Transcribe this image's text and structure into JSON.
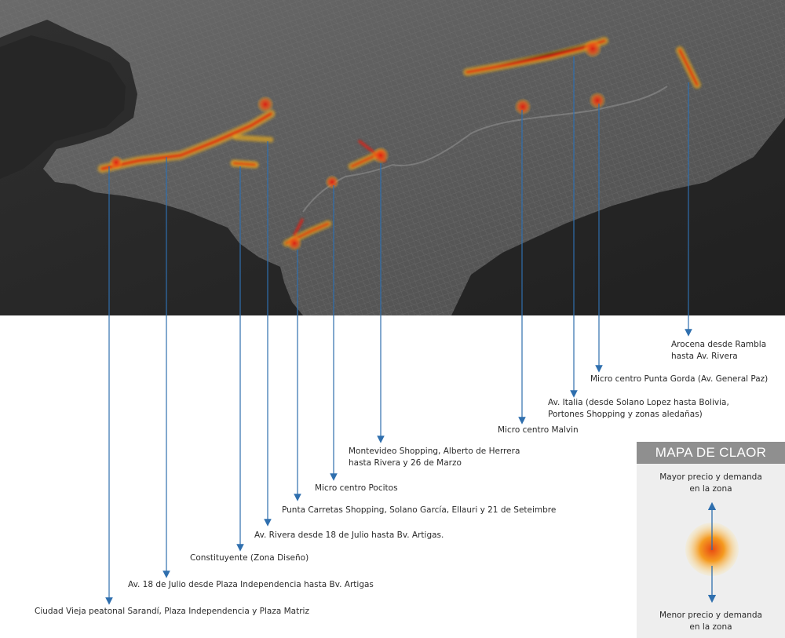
{
  "map": {
    "kind": "satellite-heatmap",
    "colors": {
      "land": "#5a5a5a",
      "sea": "#2b2b2b",
      "river_bay": "#262626",
      "heat_core": "#e11d10",
      "heat_edge": "#f7b11a",
      "leader_line": "#2f6fae"
    }
  },
  "labels": [
    {
      "id": "ciudad-vieja",
      "text": "Ciudad Vieja peatonal Sarandí, Plaza Independencia y Plaza Matriz"
    },
    {
      "id": "18-de-julio",
      "text": "Av. 18 de Julio desde Plaza Independencia hasta Bv. Artigas"
    },
    {
      "id": "constituyente",
      "text": "Constituyente (Zona Diseño)"
    },
    {
      "id": "av-rivera",
      "text": "Av. Rivera desde 18 de Julio hasta Bv. Artigas."
    },
    {
      "id": "punta-carretas",
      "text": "Punta Carretas Shopping, Solano García, Ellauri y 21 de Seteimbre"
    },
    {
      "id": "pocitos",
      "text": "Micro centro Pocitos"
    },
    {
      "id": "montevideo-shopping",
      "lines": [
        "Montevideo Shopping, Alberto de Herrera",
        "hasta Rivera y 26 de Marzo"
      ]
    },
    {
      "id": "malvin",
      "text": "Micro centro Malvin"
    },
    {
      "id": "av-italia",
      "lines": [
        "Av. Italia (desde Solano Lopez hasta Bolivia,",
        "Portones Shopping y zonas aledañas)"
      ]
    },
    {
      "id": "punta-gorda",
      "text": "Micro centro Punta Gorda (Av. General Paz)"
    },
    {
      "id": "arocena",
      "lines": [
        "Arocena desde Rambla",
        "hasta Av. Rivera"
      ]
    }
  ],
  "legend": {
    "title": "MAPA DE CLAOR",
    "top_lines": [
      "Mayor precio y demanda",
      "en la zona"
    ],
    "bottom_lines": [
      "Menor precio y demanda",
      "en la zona"
    ],
    "colors": {
      "panel": "#eeeeee",
      "header": "#8f8f8f",
      "arrow": "#2f6fae",
      "heat_core": "#e84a12",
      "heat_mid": "#f59a20",
      "heat_edge": "#fbe3a0"
    }
  }
}
